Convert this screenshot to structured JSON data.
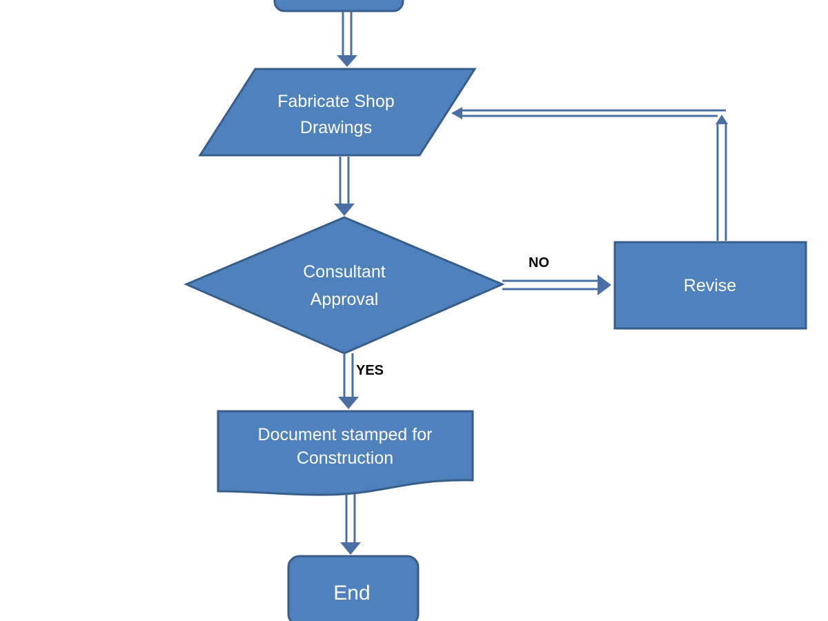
{
  "nodes": {
    "fabricate": {
      "line1": "Fabricate Shop",
      "line2": "Drawings",
      "shape": "parallelogram"
    },
    "decision": {
      "line1": "Consultant",
      "line2": "Approval",
      "shape": "diamond"
    },
    "revise": {
      "label": "Revise",
      "shape": "rectangle"
    },
    "document": {
      "line1": "Document stamped for",
      "line2": "Construction",
      "shape": "document"
    },
    "end": {
      "label": "End",
      "shape": "rounded-rectangle"
    }
  },
  "edges": {
    "no_label": "NO",
    "yes_label": "YES"
  },
  "colors": {
    "shape_fill": "#4f81bd",
    "shape_stroke": "#385d8a",
    "connector": "#4a6fa5",
    "text_on_shape": "#ffffff",
    "edge_label_text": "#000000"
  }
}
